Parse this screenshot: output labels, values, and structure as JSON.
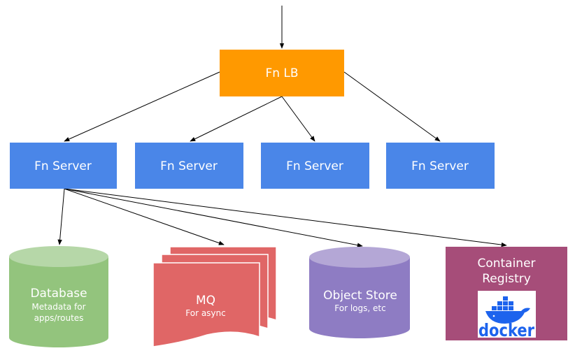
{
  "load_balancer": {
    "label": "Fn LB",
    "color": "#ff9900"
  },
  "servers": [
    {
      "label": "Fn Server"
    },
    {
      "label": "Fn Server"
    },
    {
      "label": "Fn Server"
    },
    {
      "label": "Fn Server"
    }
  ],
  "server_color": "#4a86e8",
  "storage": {
    "database": {
      "label": "Database",
      "sublabel_line1": "Metadata for",
      "sublabel_line2": "apps/routes",
      "color": "#93c47d",
      "top_color": "#b6d7a8"
    },
    "mq": {
      "label": "MQ",
      "sublabel": "For async",
      "color": "#e06666"
    },
    "object_store": {
      "label": "Object Store",
      "sublabel": "For logs, etc",
      "color": "#8e7cc3",
      "top_color": "#b4a7d6"
    },
    "registry": {
      "label_line1": "Container",
      "label_line2": "Registry",
      "logo_text": "docker",
      "color": "#a64d79"
    }
  },
  "icons": {
    "docker_logo": "docker-whale-icon"
  }
}
